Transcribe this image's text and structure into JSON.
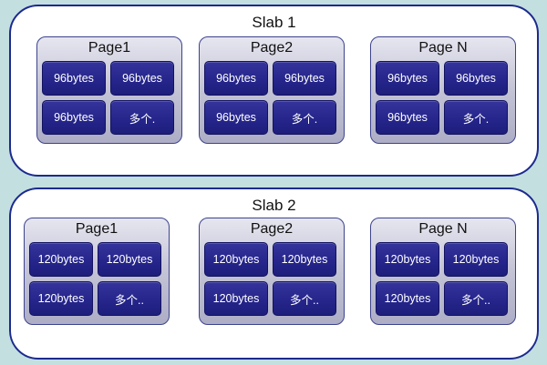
{
  "slabs": [
    {
      "title": "Slab 1",
      "pages": [
        {
          "title": "Page1",
          "blocks": [
            "96bytes",
            "96bytes",
            "96bytes",
            "多个."
          ]
        },
        {
          "title": "Page2",
          "blocks": [
            "96bytes",
            "96bytes",
            "96bytes",
            "多个."
          ]
        },
        {
          "title": "Page N",
          "blocks": [
            "96bytes",
            "96bytes",
            "96bytes",
            "多个."
          ]
        }
      ]
    },
    {
      "title": "Slab 2",
      "pages": [
        {
          "title": "Page1",
          "blocks": [
            "120bytes",
            "120bytes",
            "120bytes",
            "多个.."
          ]
        },
        {
          "title": "Page2",
          "blocks": [
            "120bytes",
            "120bytes",
            "120bytes",
            "多个.."
          ]
        },
        {
          "title": "Page N",
          "blocks": [
            "120bytes",
            "120bytes",
            "120bytes",
            "多个.."
          ]
        }
      ]
    }
  ],
  "colors": {
    "background": "#c3dfe0",
    "slab_border": "#1c2a8e",
    "block_fill": "#24248a"
  }
}
